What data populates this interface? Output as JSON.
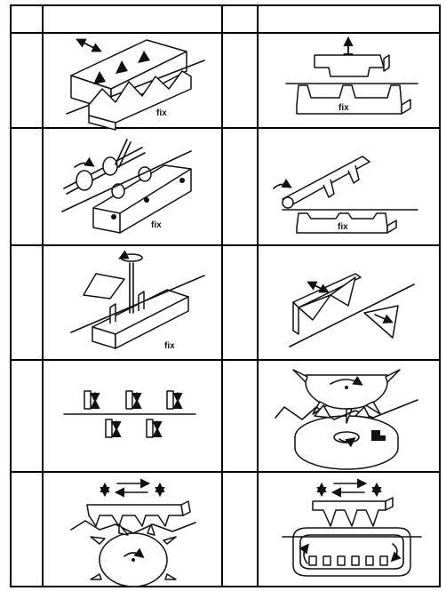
{
  "table": {
    "header": [
      "",
      "",
      "",
      ""
    ],
    "labels": {
      "c1r1": "fix",
      "c2r1": "fix",
      "c1r2": "fix",
      "c2r2": "fix",
      "c1r3": "fix"
    }
  }
}
